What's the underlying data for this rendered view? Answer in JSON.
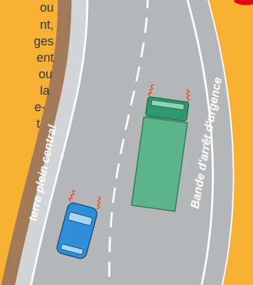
{
  "diagram": {
    "labels": [
      "ou",
      "nt,",
      "ges",
      "ent",
      "ou",
      "la",
      "e-",
      "t",
      "terre plein central",
      "Bande d'arrêt d'urgence"
    ]
  }
}
